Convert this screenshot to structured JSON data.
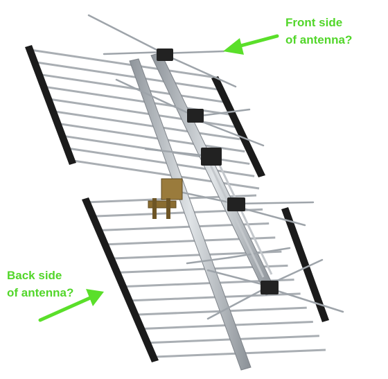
{
  "annotations": {
    "front": {
      "line1": "Front side",
      "line2": "of antenna?"
    },
    "back": {
      "line1": "Back side",
      "line2": "of antenna?"
    }
  },
  "colors": {
    "label_green": "#52d62a",
    "arrow_green": "#5adf2a",
    "rod_silver": "#a9aeb3",
    "rod_dark": "#7d8288",
    "frame_black": "#1b1b1b",
    "bracket_gold": "#9a7b3c"
  },
  "image": {
    "subject": "tv-antenna-photo"
  }
}
